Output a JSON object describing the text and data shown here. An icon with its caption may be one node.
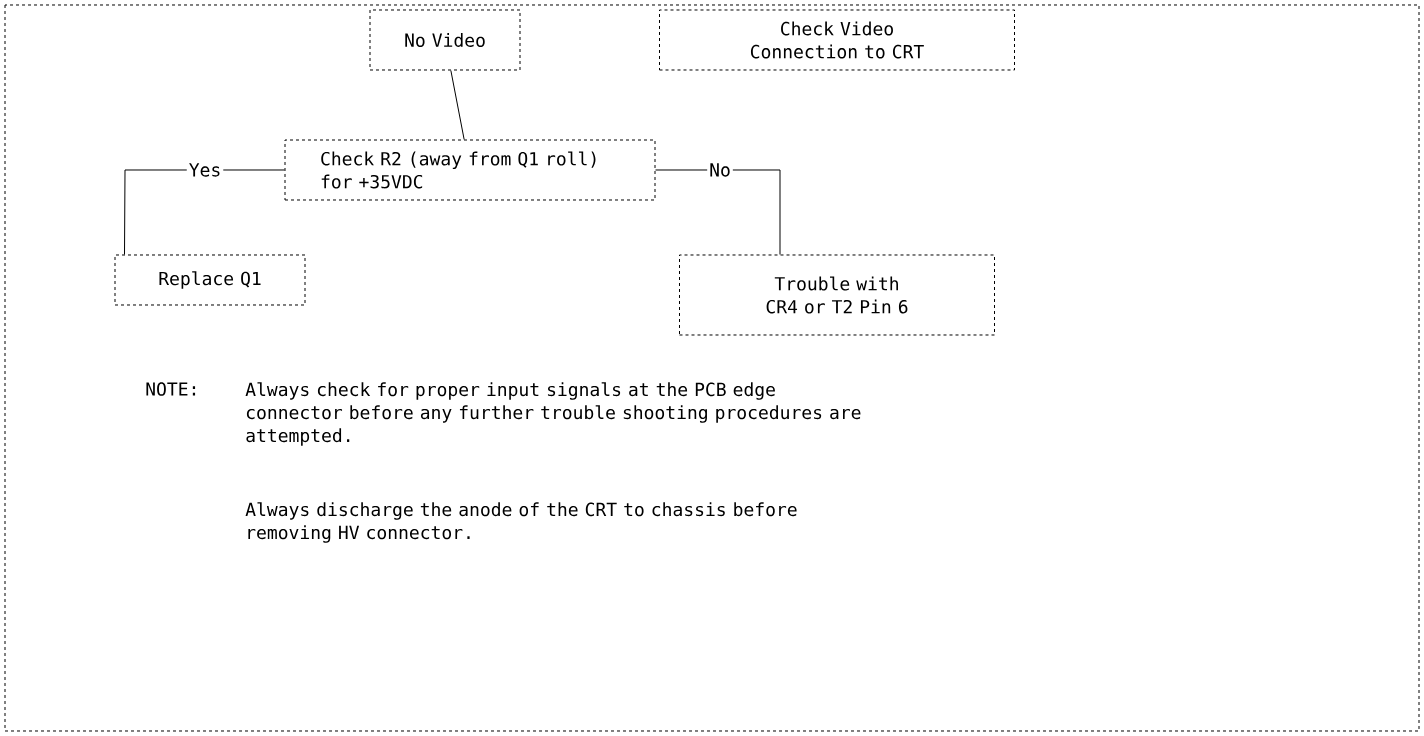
{
  "diagram": {
    "nodes": [
      {
        "text": [
          "No Video"
        ]
      },
      {
        "text": [
          "Check Video Connection to CRT"
        ]
      },
      {
        "text": [
          "Check R2 (away from Q1 roll) for +35VDC"
        ]
      },
      {
        "text": [
          "Replace Q1"
        ]
      },
      {
        "text": [
          "Trouble with CR4 or T2 Pin 6"
        ]
      }
    ],
    "edges": [
      {
        "from": 0,
        "to": 2,
        "arrow": "none"
      },
      {
        "from": 2,
        "to": 3,
        "arrow": "none",
        "label": "Yes"
      },
      {
        "from": 2,
        "to": 4,
        "arrow": "none",
        "label": "No"
      }
    ],
    "labels": [
      "NOTE:",
      "Always check for proper input signals at the PCB edge connector before any further trouble shooting procedures are attempted.",
      "Always discharge the anode of the CRT to chassis before removing HV connector."
    ]
  }
}
